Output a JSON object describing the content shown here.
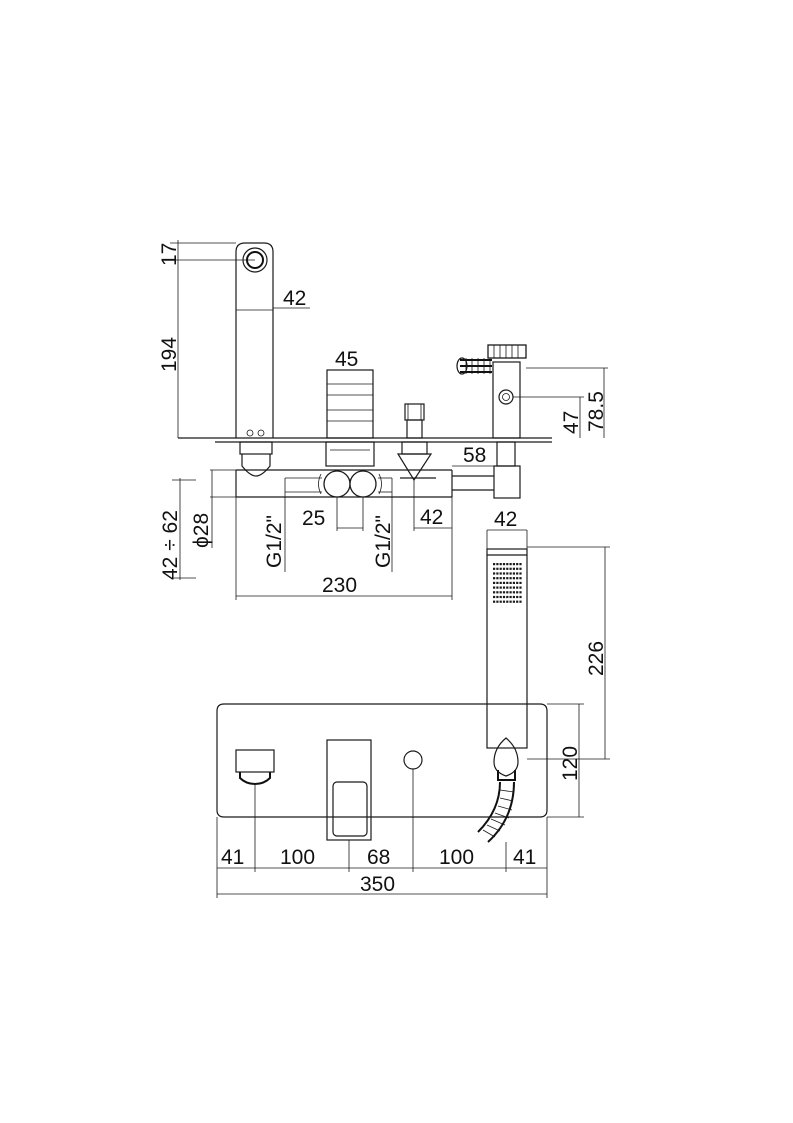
{
  "dimensions": {
    "top_offset": "17",
    "spout_height": "194",
    "spout_width": "42",
    "mixer_width": "45",
    "shower_holder_height": "78.5",
    "shower_holder_inner": "47",
    "outlet_offset": "58",
    "pipe_range": "42 ÷ 62",
    "pipe_diameter": "ϕ28",
    "thread_left": "G1/2\"",
    "thread_right": "G1/2\"",
    "inlet_spacing": "25",
    "right_offset": "42",
    "body_length": "230",
    "handshower_width": "42",
    "handshower_length": "226",
    "plate_height": "120",
    "front_41_left": "41",
    "front_100_left": "100",
    "front_68": "68",
    "front_100_right": "100",
    "front_41_right": "41",
    "total_width": "350"
  },
  "colors": {
    "line": "#1a1a1a",
    "background": "#ffffff"
  }
}
